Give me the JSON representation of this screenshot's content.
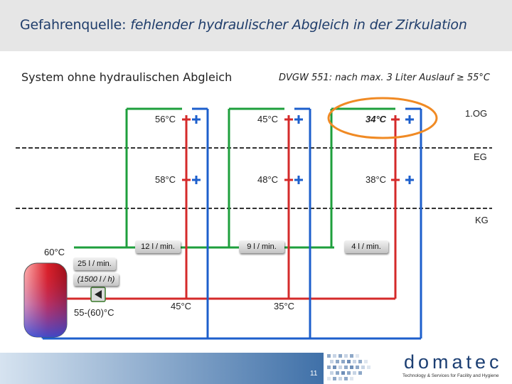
{
  "slide": {
    "title_prefix": "Gefahrenquelle: ",
    "title_emphasis": "fehlender hydraulischer Abgleich in der Zirkulation",
    "subtitle_left": "System ohne hydraulischen Abgleich",
    "subtitle_right": "DVGW 551: nach max. 3 Liter Auslauf  ≥ 55°C",
    "page_number": "11"
  },
  "floors": {
    "og": "1.OG",
    "eg": "EG",
    "kg": "KG"
  },
  "temperatures": {
    "og": [
      "56°C",
      "45°C",
      "34°C"
    ],
    "eg": [
      "58°C",
      "48°C",
      "38°C"
    ],
    "boiler": "60°C",
    "return_pump": "55-(60)°C",
    "return_2": "45°C",
    "return_3": "35°C"
  },
  "flows": {
    "riser_1": "12 l / min.",
    "riser_2": "9 l / min.",
    "riser_3": "4 l / min.",
    "total": "25 l / min.",
    "total_hourly": "(1500 l / h)"
  },
  "brand": {
    "name": "domatec",
    "tagline": "Technology & Services for Facility and Hygiene"
  },
  "colors": {
    "supply_pipe": "#d42a2a",
    "return_pipe": "#1e9f3c",
    "cold_pipe": "#1d5fcc",
    "highlight_ring": "#f08a24",
    "title": "#1f3d6b"
  }
}
